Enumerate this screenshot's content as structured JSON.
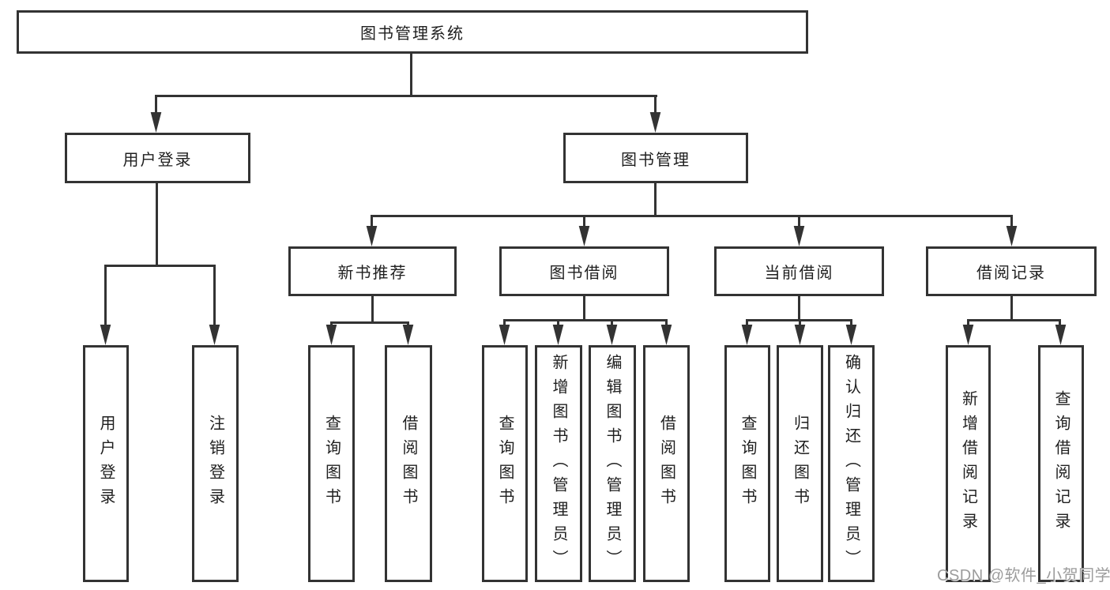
{
  "tree": {
    "root": {
      "label": "图书管理系统"
    },
    "branches": [
      {
        "label": "用户登录",
        "children": [
          {
            "label": "用户登录"
          },
          {
            "label": "注销登录"
          }
        ]
      },
      {
        "label": "图书管理",
        "children": [
          {
            "label": "新书推荐",
            "children": [
              {
                "label": "查询图书"
              },
              {
                "label": "借阅图书"
              }
            ]
          },
          {
            "label": "图书借阅",
            "children": [
              {
                "label": "查询图书"
              },
              {
                "label": "新增图书（管理员）"
              },
              {
                "label": "编辑图书（管理员）"
              },
              {
                "label": "借阅图书"
              }
            ]
          },
          {
            "label": "当前借阅",
            "children": [
              {
                "label": "查询图书"
              },
              {
                "label": "归还图书"
              },
              {
                "label": "确认归还（管理员）"
              }
            ]
          },
          {
            "label": "借阅记录",
            "children": [
              {
                "label": "新增借阅记录"
              },
              {
                "label": "查询借阅记录"
              }
            ]
          }
        ]
      }
    ]
  },
  "watermark": "CSDN @软件_小贺同学",
  "colors": {
    "line": "#333333",
    "text": "#1f1f1f",
    "watermark": "#9c9c9c",
    "background": "#ffffff"
  }
}
